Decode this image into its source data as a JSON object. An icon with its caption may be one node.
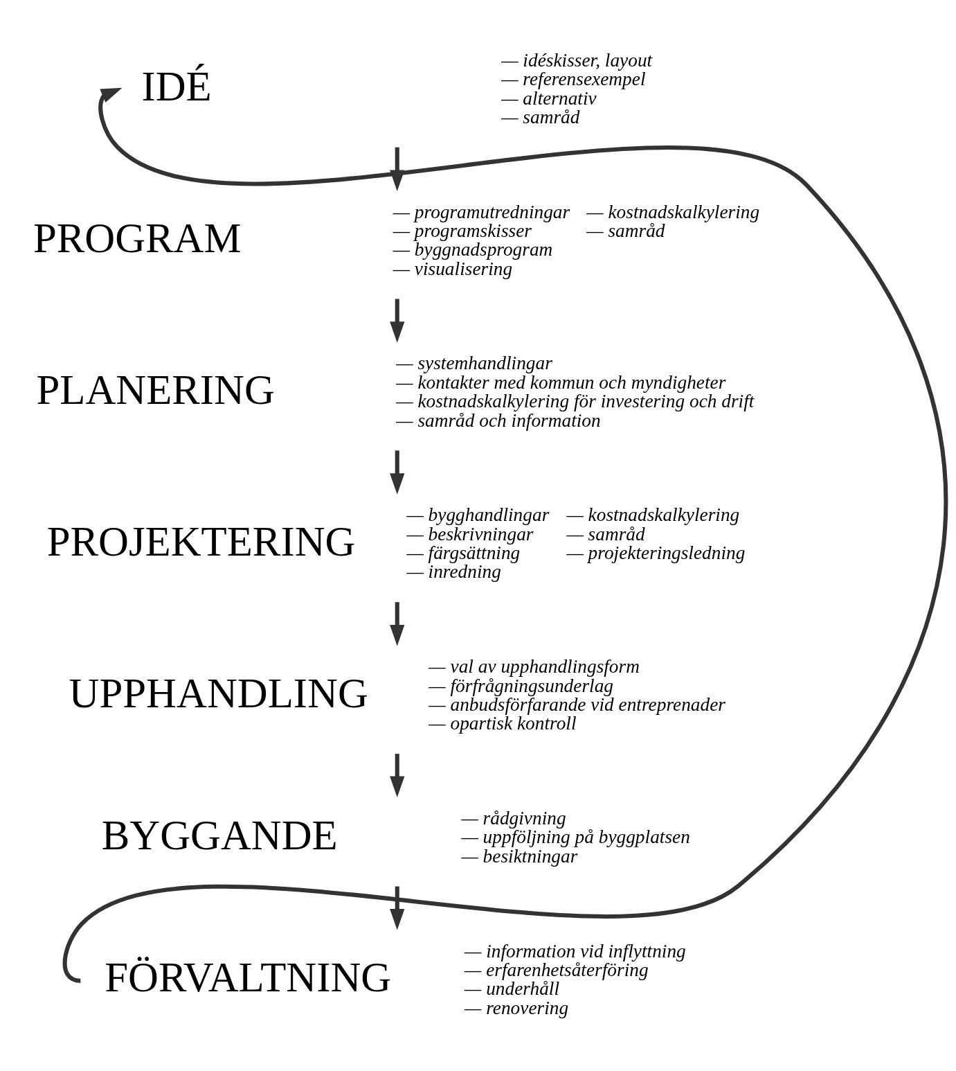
{
  "diagram": {
    "nodes": [
      {
        "text": [
          "IDÉ"
        ],
        "beside": [
          "— idéskisser, layout",
          "— referensexempel",
          "— alternativ",
          "— samråd"
        ]
      },
      {
        "text": [
          "PROGRAM"
        ],
        "beside": [
          "— programutredningar",
          "— programskisser",
          "— byggnadsprogram",
          "— visualisering",
          "— kostnadskalkylering",
          "— samråd"
        ]
      },
      {
        "text": [
          "PLANERING"
        ],
        "beside": [
          "— systemhandlingar",
          "— kontakter med kommun och myndigheter",
          "— kostnadskalkylering för investering och drift",
          "— samråd och information"
        ]
      },
      {
        "text": [
          "PROJEKTERING"
        ],
        "beside": [
          "— bygghandlingar",
          "— beskrivningar",
          "— färgsättning",
          "— inredning",
          "— kostnadskalkylering",
          "— samråd",
          "— projekteringsledning"
        ]
      },
      {
        "text": [
          "UPPHANDLING"
        ],
        "beside": [
          "— val av upphandlingsform",
          "— förfrågningsunderlag",
          "— anbudsförfarande vid entreprenader",
          "— opartisk kontroll"
        ]
      },
      {
        "text": [
          "BYGGANDE"
        ],
        "beside": [
          "— rådgivning",
          "— uppföljning på byggplatsen",
          "— besiktningar"
        ]
      },
      {
        "text": [
          "FÖRVALTNING"
        ],
        "beside": [
          "— information vid inflyttning",
          "— erfarenhetsåterföring",
          "— underhåll",
          "— renovering"
        ]
      }
    ],
    "edges": [
      {
        "from": 0,
        "to": 1,
        "arrow": "to"
      },
      {
        "from": 1,
        "to": 2,
        "arrow": "to"
      },
      {
        "from": 2,
        "to": 3,
        "arrow": "to"
      },
      {
        "from": 3,
        "to": 4,
        "arrow": "to"
      },
      {
        "from": 4,
        "to": 5,
        "arrow": "to"
      },
      {
        "from": 5,
        "to": 6,
        "arrow": "to"
      },
      {
        "from": 6,
        "to": 0,
        "arrow": "to"
      }
    ]
  }
}
